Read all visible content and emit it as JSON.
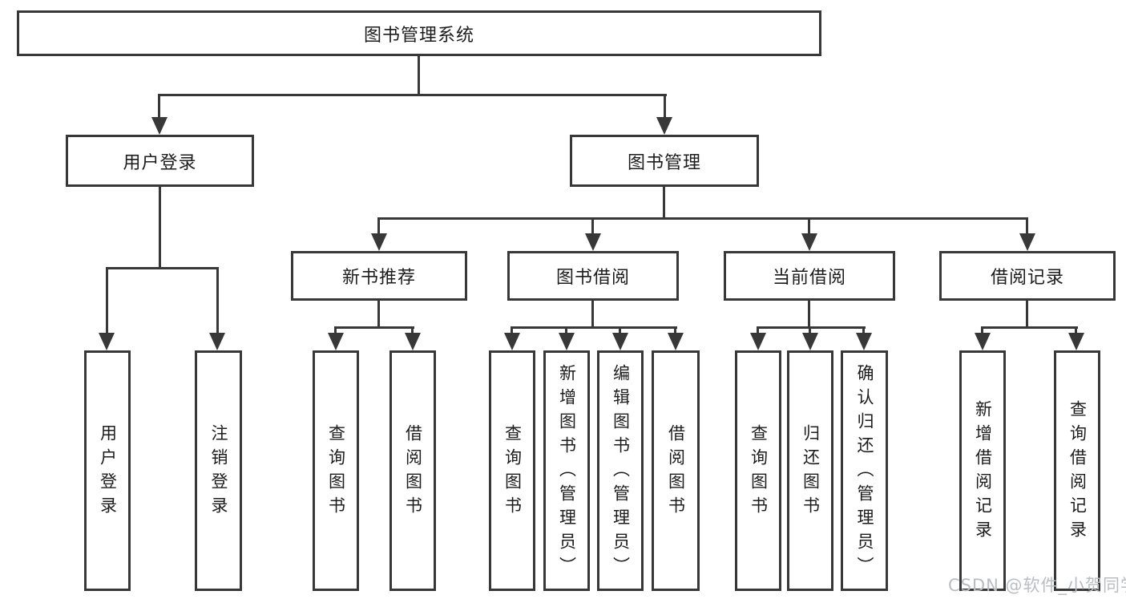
{
  "nodes": {
    "root": "图书管理系统",
    "level2": [
      "用户登录",
      "图书管理"
    ],
    "level3": [
      "新书推荐",
      "图书借阅",
      "当前借阅",
      "借阅记录"
    ],
    "leaves": {
      "user_login": [
        "用户登录",
        "注销登录"
      ],
      "new_book": [
        "查询图书",
        "借阅图书"
      ],
      "borrow": [
        "查询图书",
        "新增图书（管理员）",
        "编辑图书（管理员）",
        "借阅图书"
      ],
      "current": [
        "查询图书",
        "归还图书",
        "确认归还（管理员）"
      ],
      "records": [
        "新增借阅记录",
        "查询借阅记录"
      ]
    }
  },
  "watermark": "CSDN @软件_小贺同学",
  "colors": {
    "line": "#383838",
    "text": "#1c1c1c",
    "watermark": "#b9bdc2",
    "background": "#ffffff"
  }
}
